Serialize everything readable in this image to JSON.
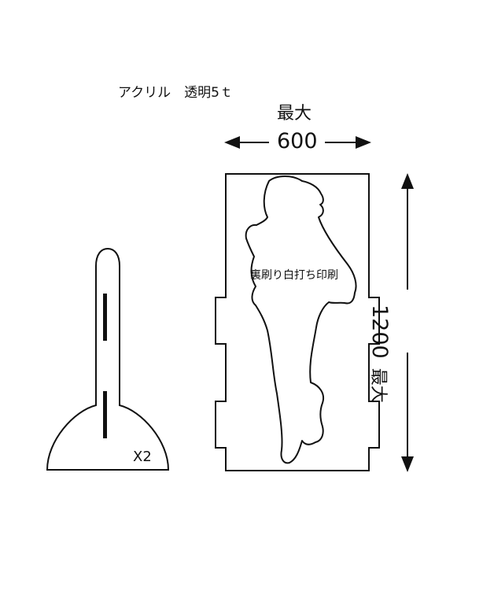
{
  "labels": {
    "material": "アクリル　透明5ｔ",
    "max_width": "最大",
    "width_value": "600",
    "max_height": "最大",
    "height_value": "1200",
    "print_note": "裏刷り白打ち印刷",
    "quantity": "X2"
  },
  "colors": {
    "line": "#111111",
    "background": "#ffffff"
  }
}
